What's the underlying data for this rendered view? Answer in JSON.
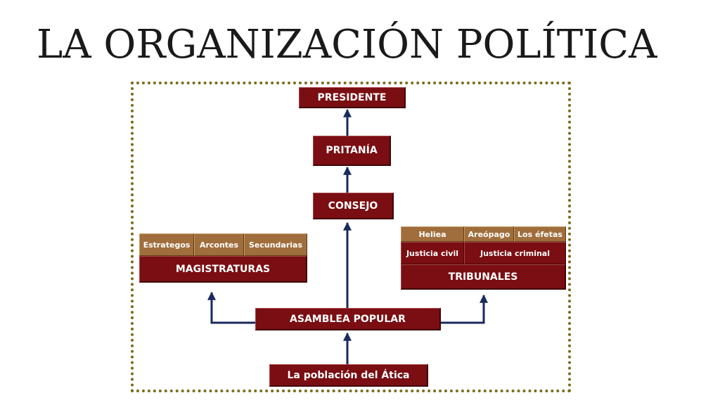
{
  "title": "LA ORGANIZACIÓN POLÍTICA",
  "diagram": {
    "presidente": "PRESIDENTE",
    "pritania": "PRITANÍA",
    "consejo": "CONSEJO",
    "asamblea": "ASAMBLEA POPULAR",
    "poblacion": "La población del Ática",
    "magistraturas": {
      "label": "MAGISTRATURAS",
      "items": [
        "Estrategos",
        "Arcontes",
        "Secundarias"
      ]
    },
    "tribunales": {
      "label": "TRIBUNALES",
      "top_items": [
        "Heliea",
        "Areópago",
        "Los éfetas"
      ],
      "mid_items": [
        "Justicia civil",
        "Justicia criminal"
      ]
    }
  },
  "colors": {
    "box_dark": "#7a0e12",
    "box_tan": "#a06e3c",
    "arrow": "#1a2a5e",
    "frame": "#7a6a1c"
  }
}
